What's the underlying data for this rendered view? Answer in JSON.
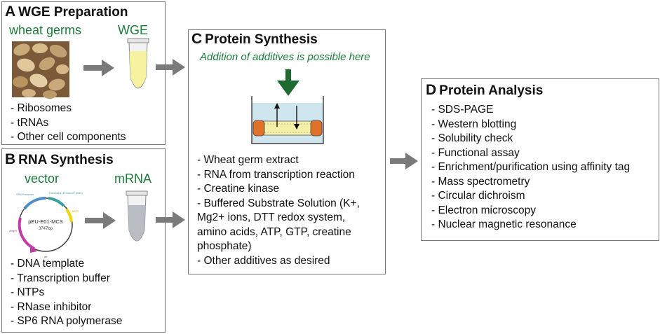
{
  "panelA": {
    "letter": "A",
    "title": "WGE Preparation",
    "label_left": "wheat germs",
    "label_right": "WGE",
    "items": [
      "Ribosomes",
      "tRNAs",
      "Other cell components"
    ]
  },
  "panelB": {
    "letter": "B",
    "title": "RNA Synthesis",
    "label_left": "vector",
    "label_right": "mRNA",
    "plasmid": {
      "name": "pEU-E01-MCS",
      "size": "3747bp",
      "promoter": "SP6 Promoter",
      "enhancer": "Translation Enhancer (E01)",
      "mcs": "MCS",
      "amp": "AmpR",
      "ori": "ori"
    },
    "items": [
      "DNA template",
      "Transcription buffer",
      "NTPs",
      "RNase inhibitor",
      "SP6 RNA polymerase"
    ]
  },
  "panelC": {
    "letter": "C",
    "title": "Protein Synthesis",
    "note": "Addition of additives is possible here",
    "items": [
      "Wheat germ extract",
      "RNA from transcription reaction",
      "Creatine kinase",
      "Buffered Substrate Solution (K+,",
      "Mg2+ ions, DTT redox system,",
      "amino acids, ATP, GTP, creatine",
      "phosphate)",
      "Other additives as desired"
    ]
  },
  "panelD": {
    "letter": "D",
    "title": "Protein Analysis",
    "items": [
      "SDS-PAGE",
      "Western blotting",
      "Solubility check",
      "Functional assay",
      "Enrichment/purification using affinity tag",
      "Mass spectrometry",
      "Circular dichroism",
      "Electron microscopy",
      "Nuclear magnetic resonance"
    ]
  },
  "colors": {
    "green_text": "#1c7a3a",
    "arrow_gray": "#7a7a7a",
    "dark_green_arrow": "#1e6b2f"
  }
}
